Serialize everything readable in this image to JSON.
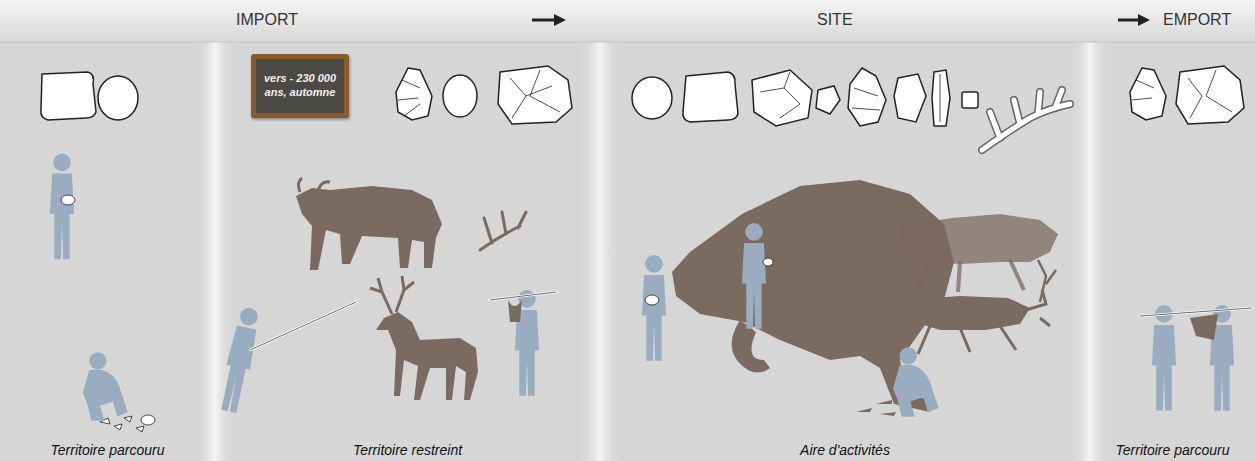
{
  "diagram": {
    "nodes": [
      {
        "text": [
          "Territoire parcouru"
        ]
      },
      {
        "text": [
          "Territoire restreint"
        ]
      },
      {
        "text": [
          "vers - 230 000 ans, automne"
        ],
        "in": 1
      },
      {
        "text": [
          "Aire d'activités"
        ]
      },
      {
        "text": [
          "Territoire parcouru"
        ]
      }
    ],
    "labels": [
      "IMPORT",
      "SITE",
      "EMPORT"
    ]
  }
}
